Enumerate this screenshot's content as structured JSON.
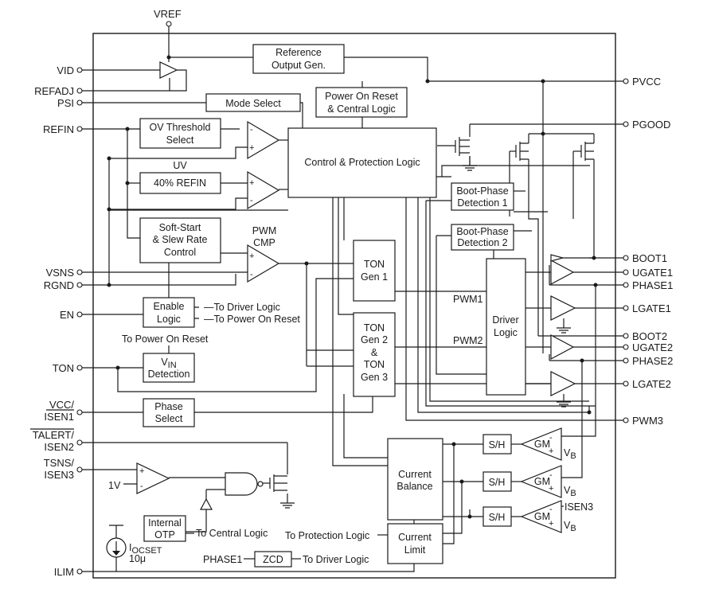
{
  "pins_left": {
    "vid": "VID",
    "refadj": "REFADJ",
    "psi": "PSI",
    "refin": "REFIN",
    "vsns": "VSNS",
    "rgnd": "RGND",
    "en": "EN",
    "ton": "TON",
    "vcc": "VCC/",
    "isen1": "ISEN1",
    "talert": "TALERT/",
    "isen2": "ISEN2",
    "tsns": "TSNS/",
    "isen3": "ISEN3",
    "ilim": "ILIM"
  },
  "pins_top": {
    "vref": "VREF"
  },
  "pins_right": {
    "pvcc": "PVCC",
    "pgood": "PGOOD",
    "boot1": "BOOT1",
    "ugate1": "UGATE1",
    "phase1": "PHASE1",
    "lgate1": "LGATE1",
    "boot2": "BOOT2",
    "ugate2": "UGATE2",
    "phase2": "PHASE2",
    "lgate2": "LGATE2",
    "pwm3": "PWM3"
  },
  "blocks": {
    "reference_l1": "Reference",
    "reference_l2": "Output Gen.",
    "por_l1": "Power On Reset",
    "por_l2": "& Central Logic",
    "mode_select": "Mode Select",
    "ov_l1": "OV Threshold",
    "ov_l2": "Select",
    "uv_label": "UV",
    "uv_refin": "40% REFIN",
    "cpl": "Control & Protection Logic",
    "soft_l1": "Soft-Start",
    "soft_l2": "& Slew Rate",
    "soft_l3": "Control",
    "pwm_cmp_l1": "PWM",
    "pwm_cmp_l2": "CMP",
    "boot_phase1_l1": "Boot-Phase",
    "boot_phase1_l2": "Detection 1",
    "boot_phase2_l1": "Boot-Phase",
    "boot_phase2_l2": "Detection 2",
    "ton1_l1": "TON",
    "ton1_l2": "Gen 1",
    "ton23_l1": "TON",
    "ton23_l2": "Gen 2",
    "ton23_l3": "&",
    "ton23_l4": "TON",
    "ton23_l5": "Gen 3",
    "driver_l1": "Driver",
    "driver_l2": "Logic",
    "enable_l1": "Enable",
    "enable_l2": "Logic",
    "vin_v": "V",
    "vin_sub": "IN",
    "vin_l2": "Detection",
    "phase_sel_l1": "Phase",
    "phase_sel_l2": "Select",
    "cb_l1": "Current",
    "cb_l2": "Balance",
    "cl_l1": "Current",
    "cl_l2": "Limit",
    "sh": "S/H",
    "gm": "GM",
    "zcd": "ZCD",
    "otp_l1": "Internal",
    "otp_l2": "OTP"
  },
  "labels": {
    "to_driver_logic": "To Driver Logic",
    "to_power_on_reset": "To Power On Reset",
    "to_power_on_reset_top": "To Power On Reset",
    "pwm1": "PWM1",
    "pwm2": "PWM2",
    "to_central_logic": "To Central Logic",
    "to_protection_logic": "To Protection Logic",
    "phase1_in": "PHASE1",
    "to_driver_logic_zcd": "To Driver Logic",
    "one_v": "1V",
    "iocset_i": "I",
    "iocset_sub": "OCSET",
    "ten_micro": "10μ",
    "vb": "V",
    "vb_sub": "B",
    "isen3_in": "ISEN3",
    "plus": "+",
    "minus": "-"
  }
}
